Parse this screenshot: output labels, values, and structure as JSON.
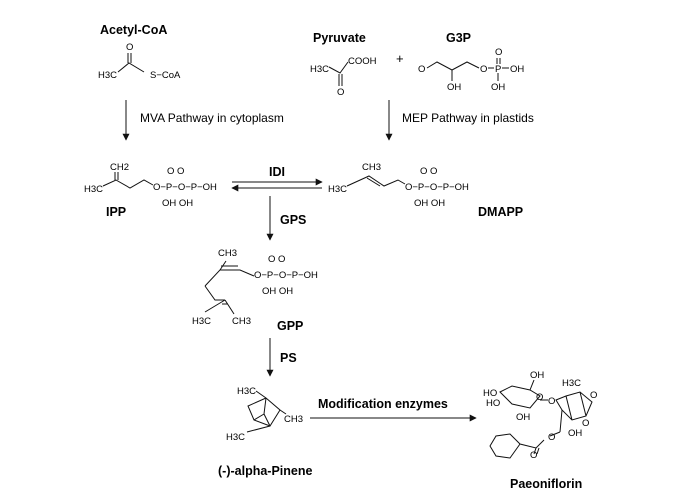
{
  "compounds": {
    "acetyl_coa": {
      "name": "Acetyl-CoA",
      "atoms": {
        "h3c": "H3C",
        "s_coa": "S−CoA",
        "o": "O"
      }
    },
    "pyruvate": {
      "name": "Pyruvate",
      "atoms": {
        "h3c": "H3C",
        "cooh": "COOH",
        "o": "O"
      }
    },
    "plus": "+",
    "g3p": {
      "name": "G3P",
      "atoms": {
        "o_ald": "O",
        "oh": "OH",
        "o_ester": "O",
        "p": "P",
        "o_top": "O",
        "oh_right": "OH",
        "oh_bottom": "OH"
      }
    },
    "ipp": {
      "name": "IPP",
      "atoms": {
        "ch2": "CH2",
        "h3c": "H3C",
        "chain": "O−P−O−P−OH",
        "o_top": "O   O",
        "oh_bottom": "OH   OH"
      }
    },
    "dmapp": {
      "name": "DMAPP",
      "atoms": {
        "ch3": "CH3",
        "h3c": "H3C",
        "chain": "O−P−O−P−OH",
        "o_top": "O   O",
        "oh_bottom": "OH   OH"
      }
    },
    "gpp": {
      "name": "GPP",
      "atoms": {
        "ch3": "CH3",
        "h3c": "H3C",
        "ch3_end": "CH3",
        "chain": "O−P−O−P−OH",
        "o_top": "O   O",
        "oh_bottom": "OH   OH"
      }
    },
    "pinene": {
      "name": "(-)-alpha-Pinene",
      "atoms": {
        "h3c_top": "H3C",
        "ch3": "CH3",
        "h3c_bottom": "H3C"
      }
    },
    "paeoniflorin": {
      "name": "Paeoniflorin",
      "atoms": {
        "oh_top": "OH",
        "ho_left1": "HO",
        "ho_left2": "HO",
        "o_ring": "O",
        "oh_sugar": "OH",
        "o_link": "O",
        "h3c": "H3C",
        "o_cage1": "O",
        "o_cage2": "O",
        "oh_cage": "OH",
        "o_ester": "O",
        "o_carbonyl": "O"
      }
    }
  },
  "steps": {
    "mva": "MVA Pathway in cytoplasm",
    "mep": "MEP Pathway in plastids",
    "idi": "IDI",
    "gps": "GPS",
    "ps": "PS",
    "mod": "Modification enzymes"
  }
}
